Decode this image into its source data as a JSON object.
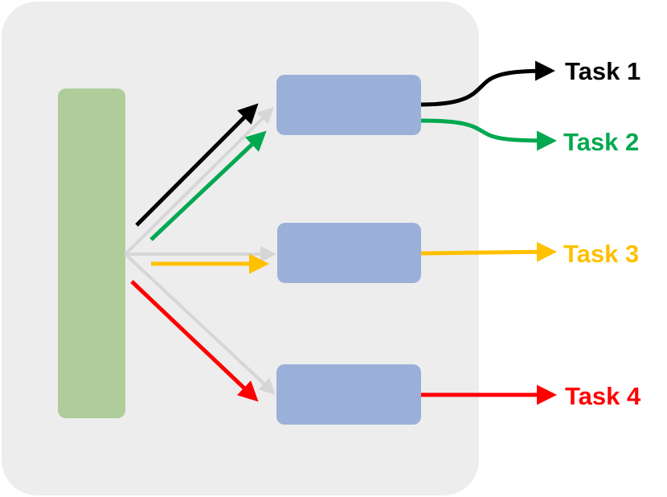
{
  "colors": {
    "background_panel": "#ededed",
    "shared_block": "#aecd9a",
    "task_block": "#9bb0d9",
    "inactive_arrow": "#d6d6d6",
    "task_1": "#000000",
    "task_2": "#00a84f",
    "task_3": "#ffc000",
    "task_4": "#ff0000"
  },
  "tasks": [
    {
      "label": "Task 1",
      "color": "#000000"
    },
    {
      "label": "Task 2",
      "color": "#00a84f"
    },
    {
      "label": "Task 3",
      "color": "#ffc000"
    },
    {
      "label": "Task 4",
      "color": "#ff0000"
    }
  ]
}
